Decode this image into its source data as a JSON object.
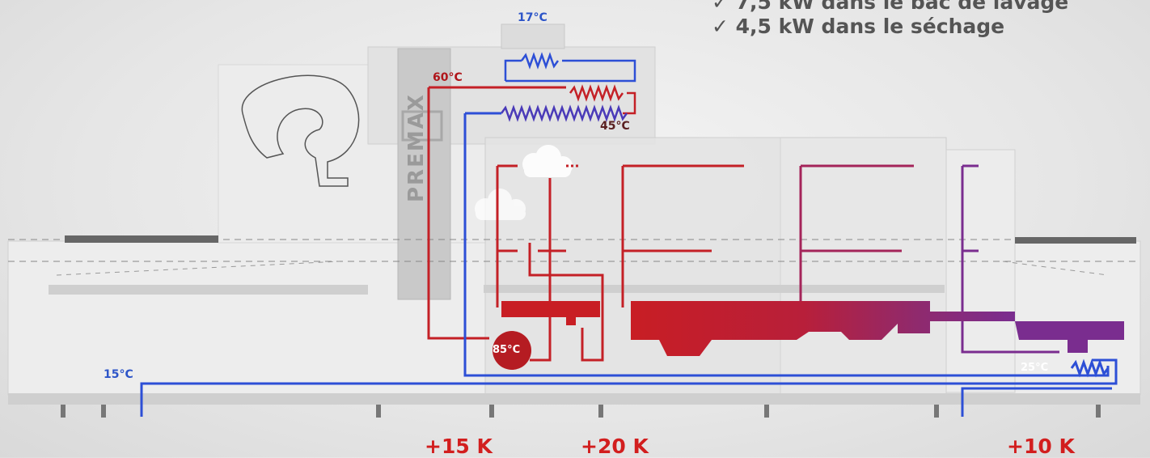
{
  "features": [
    "✓ 7,5 kW dans le bac de lavage",
    "✓ 4,5 kW dans le séchage"
  ],
  "brand": "PREMAX",
  "temperatures": {
    "t17": "17°C",
    "t60": "60°C",
    "t45": "45°C",
    "t85": "85°C",
    "t15": "15°C",
    "t25": "25°C"
  },
  "gains": {
    "g15": "+15 K",
    "g20": "+20 K",
    "g10": "+10 K"
  },
  "colors": {
    "hot": "#c42026",
    "cold": "#2d4fd6",
    "purple": "#7a2d8f"
  }
}
